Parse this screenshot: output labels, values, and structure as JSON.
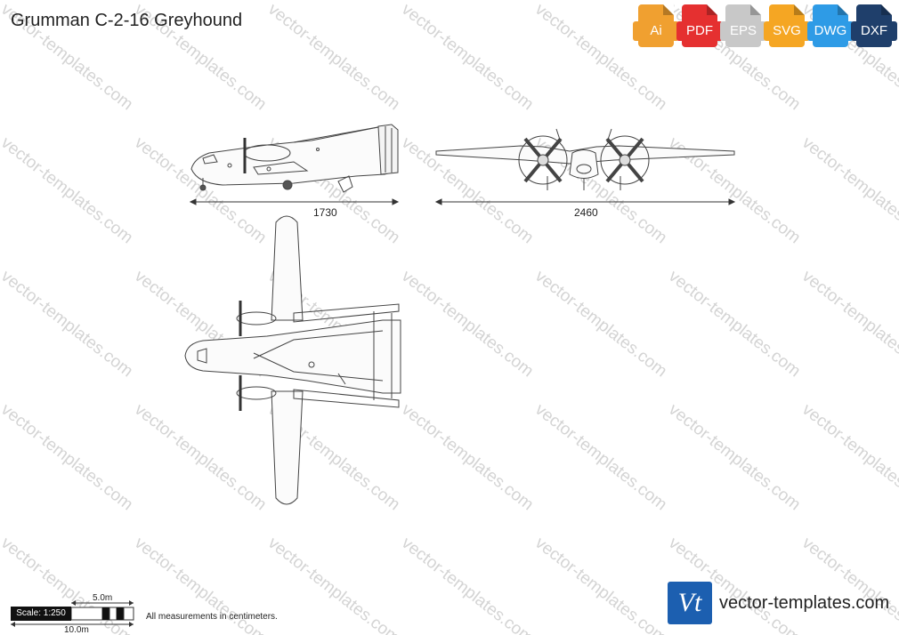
{
  "title": "Grumman C-2-16 Greyhound",
  "watermark_text": "vector-templates.com",
  "formats": [
    {
      "label": "Ai",
      "color": "#f0a030",
      "icon": "ai-file-icon"
    },
    {
      "label": "PDF",
      "color": "#e53030",
      "icon": "pdf-file-icon"
    },
    {
      "label": "EPS",
      "color": "#c8c8c8",
      "icon": "eps-file-icon"
    },
    {
      "label": "SVG",
      "color": "#f5a623",
      "icon": "svg-file-icon"
    },
    {
      "label": "DWG",
      "color": "#2e9be6",
      "icon": "dwg-file-icon"
    },
    {
      "label": "DXF",
      "color": "#1f3f6b",
      "icon": "dxf-file-icon"
    }
  ],
  "dimensions": {
    "length": "1730",
    "span": "2460"
  },
  "scale": {
    "label": "Scale: 1:250",
    "small": "5.0m",
    "large": "10.0m"
  },
  "note": "All measurements in centimeters.",
  "brand": {
    "logo_text": "Vt",
    "name": "vector-templates.com",
    "color": "#1c5fb0"
  }
}
